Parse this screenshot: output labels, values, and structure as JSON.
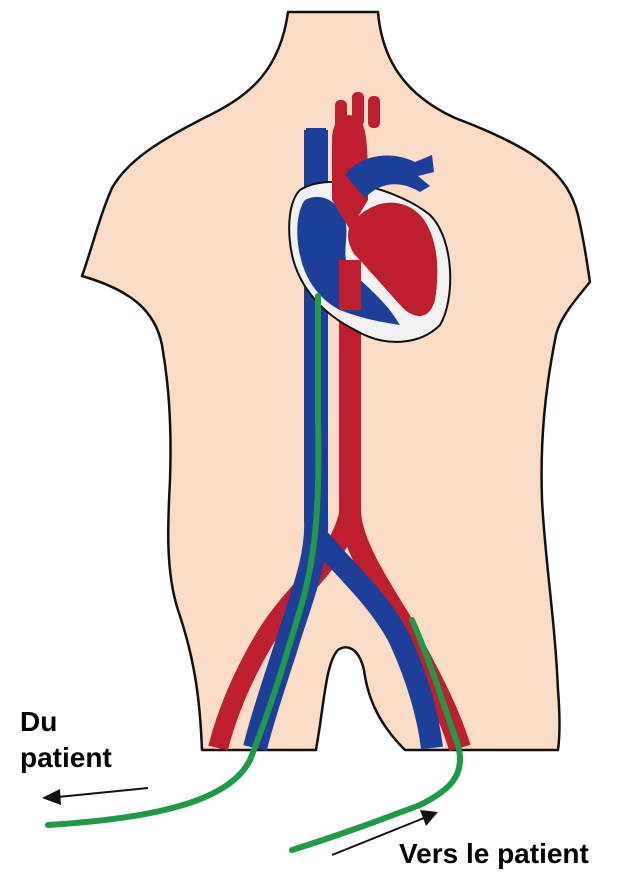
{
  "labels": {
    "from_patient_line1": "Du",
    "from_patient_line2": "patient",
    "to_patient": "Vers le patient"
  },
  "colors": {
    "skin": "#fbdcc6",
    "outline": "#111111",
    "vein": "#1c3f9a",
    "artery": "#be1e2d",
    "cannula": "#1f9a48",
    "pericardium": "#f2f2f2"
  }
}
